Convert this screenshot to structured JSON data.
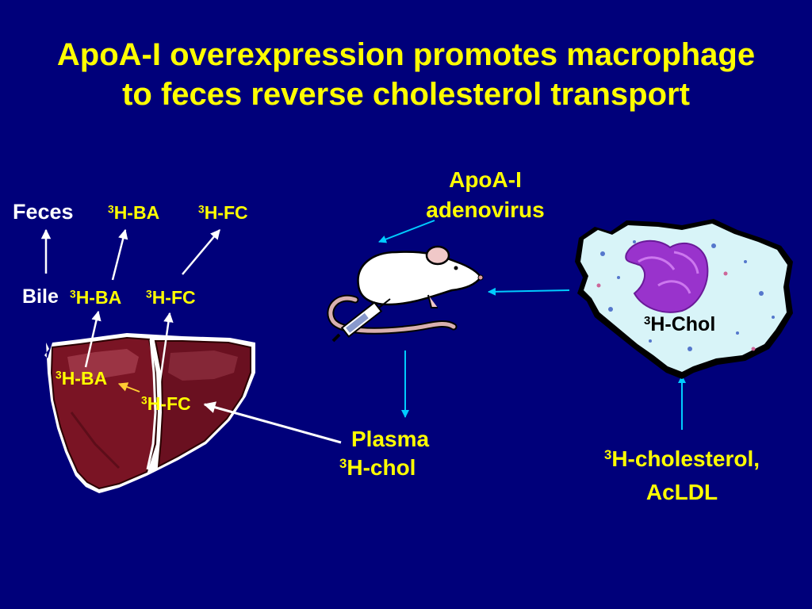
{
  "title": {
    "line1": "ApoA-I overexpression promotes macrophage",
    "line2": "to feces reverse cholesterol transport"
  },
  "labels": {
    "feces": "Feces",
    "feces_ba": {
      "sup": "3",
      "text": "H-BA"
    },
    "feces_fc": {
      "sup": "3",
      "text": "H-FC"
    },
    "bile": "Bile",
    "bile_ba": {
      "sup": "3",
      "text": "H-BA"
    },
    "bile_fc": {
      "sup": "3",
      "text": "H-FC"
    },
    "liver_ba": {
      "sup": "3",
      "text": "H-BA"
    },
    "liver_fc": {
      "sup": "3",
      "text": "H-FC"
    },
    "apoa_line1": "ApoA-I",
    "apoa_line2": "adenovirus",
    "macrophage_chol": {
      "sup": "3",
      "text": "H-Chol"
    },
    "plasma": "Plasma",
    "plasma_chol": {
      "sup": "3",
      "text": "H-chol"
    },
    "tracer_line1": {
      "sup": "3",
      "text": "H-cholesterol,"
    },
    "tracer_line2": "AcLDL"
  },
  "colors": {
    "background": "#00007a",
    "title": "#ffff00",
    "label_yellow": "#ffff00",
    "label_white": "#ffffff",
    "arrow_white": "#ffffff",
    "arrow_cyan": "#00ccff",
    "liver": "#7a1424",
    "macrophage": "#d8f4f8",
    "nucleus": "#9933cc"
  },
  "icons": [
    "liver-illustration",
    "mouse-illustration",
    "syringe-icon",
    "macrophage-cell-illustration"
  ]
}
